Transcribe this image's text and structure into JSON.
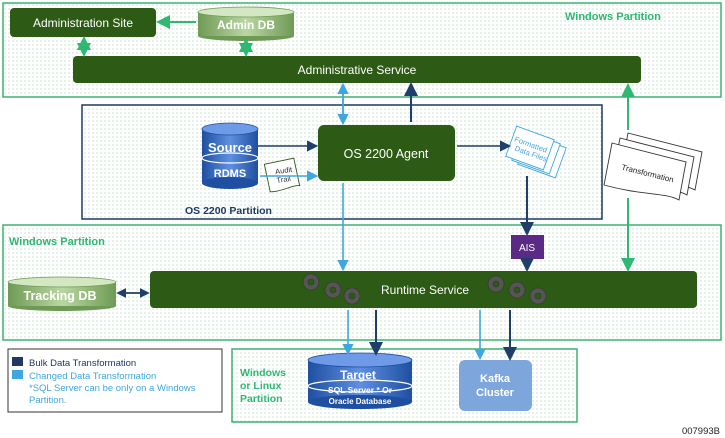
{
  "partitions": {
    "top_windows": "Windows Partition",
    "os2200": "OS 2200 Partition",
    "mid_windows": "Windows Partition",
    "bottom_line1": "Windows",
    "bottom_line2": "or Linux",
    "bottom_line3": "Partition"
  },
  "nodes": {
    "admin_site": "Administration Site",
    "admin_db": "Admin DB",
    "admin_service": "Administrative Service",
    "source": "Source",
    "rdms": "RDMS",
    "audit_line1": "Audit",
    "audit_line2": "Trail",
    "agent": "OS 2200 Agent",
    "formatted_line1": "Formatted",
    "formatted_line2": "Data Files",
    "transformation": "Transformation",
    "ais": "AIS",
    "tracking_db": "Tracking DB",
    "runtime_service": "Runtime Service",
    "target": "Target",
    "target_sub1": "SQL Server * Or",
    "target_sub2": "Oracle Database",
    "kafka_line1": "Kafka",
    "kafka_line2": "Cluster"
  },
  "legend": {
    "bulk": "Bulk Data Transformation",
    "changed": "Changed Data Transformation",
    "note_line1": "*SQL Server can be only on a Windows",
    "note_line2": "Partition."
  },
  "figure_id": "007993B",
  "colors": {
    "dark_green": "#2d5a14",
    "green_partition": "#3cb371",
    "navy": "#1f3864",
    "dark_blue_arrow": "#1f3f6a",
    "light_blue_arrow": "#3fa7e0",
    "ais_purple": "#5b2a86",
    "green_arrow": "#2eb872"
  }
}
